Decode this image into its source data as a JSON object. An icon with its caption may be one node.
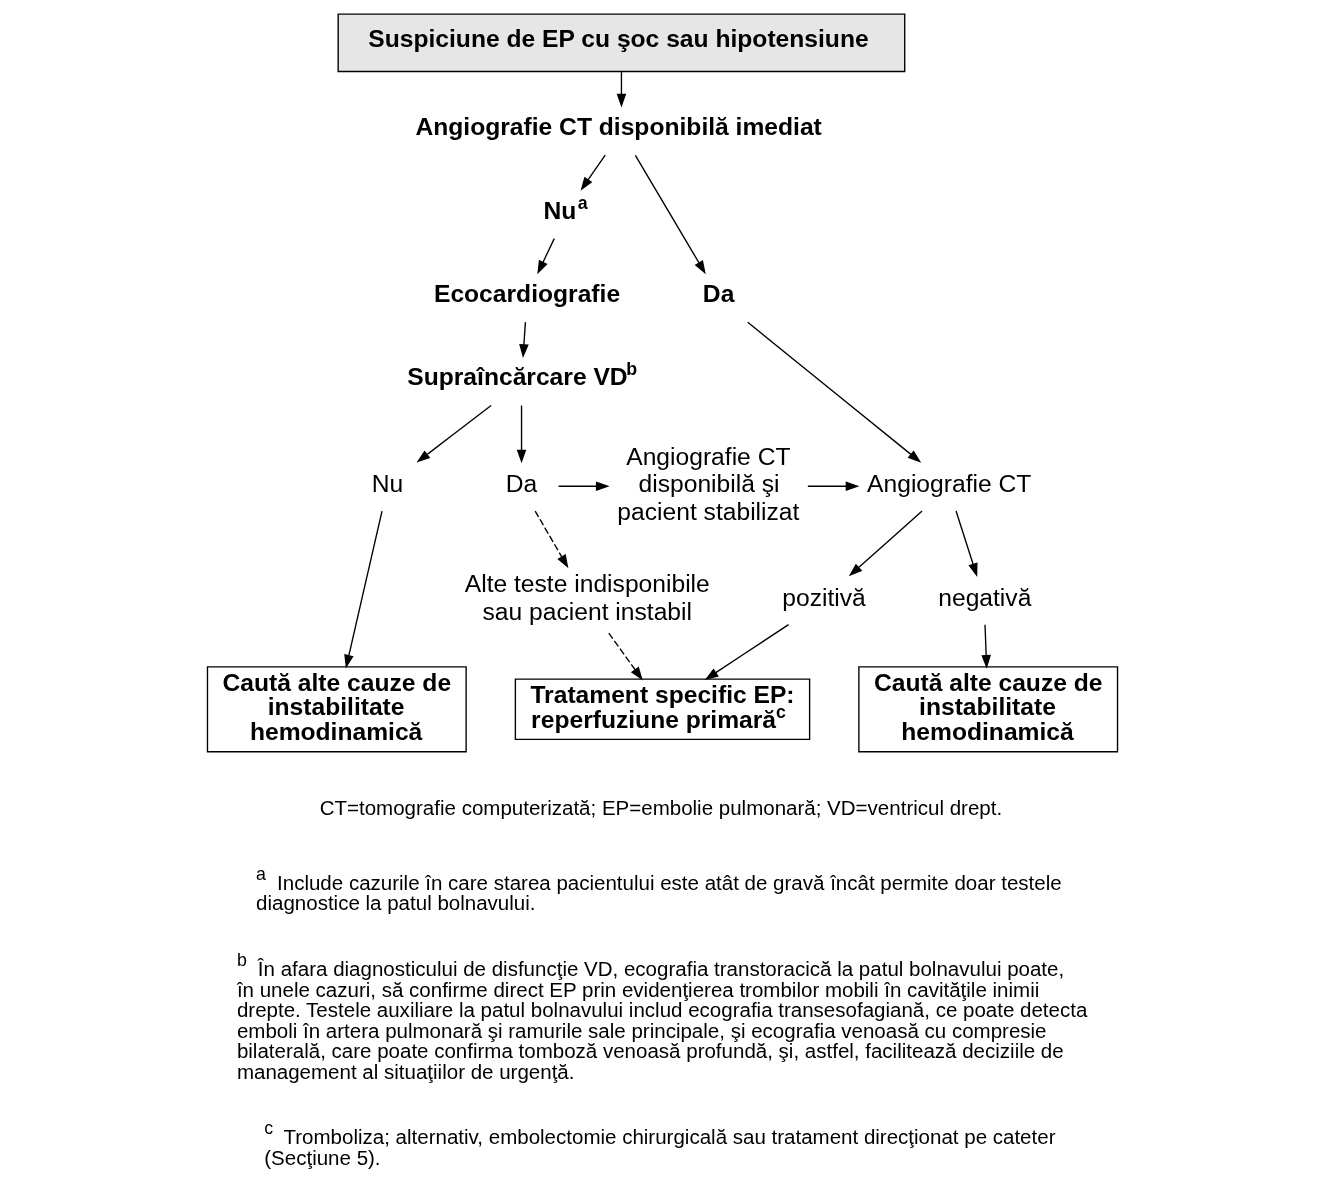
{
  "diagram": {
    "nodes": [
      {
        "text": [
          "Suspiciune de EP cu şoc sau hipotensiune"
        ]
      },
      {
        "text": [
          "Angiografie CT disponibilă imediat"
        ]
      },
      {
        "text": [
          "Nu$^{a}$"
        ]
      },
      {
        "text": [
          "Da"
        ]
      },
      {
        "text": [
          "Ecocardiografie"
        ]
      },
      {
        "text": [
          "Supraîncărcare VD$^{b}$"
        ]
      },
      {
        "text": [
          "Nu"
        ]
      },
      {
        "text": [
          "Da"
        ]
      },
      {
        "text": [
          "Angiografie CT disponibilă şi pacient stabilizat"
        ]
      },
      {
        "text": [
          "Angiografie CT"
        ]
      },
      {
        "text": [
          "Alte teste indisponibile sau pacient instabil"
        ]
      },
      {
        "text": [
          "pozitivă"
        ]
      },
      {
        "text": [
          "negativă"
        ]
      },
      {
        "text": [
          "Caută alte cauze de instabilitate hemodinamică"
        ]
      },
      {
        "text": [
          "Tratament specific EP: reperfuziune primară$^{c}$"
        ]
      },
      {
        "text": [
          "Caută alte cauze de instabilitate hemodinamică"
        ]
      }
    ],
    "edges": [
      {
        "from": 0,
        "to": 1,
        "arrow": "to"
      },
      {
        "from": 1,
        "to": 2,
        "arrow": "to"
      },
      {
        "from": 1,
        "to": 3,
        "arrow": "to"
      },
      {
        "from": 2,
        "to": 4,
        "arrow": "to"
      },
      {
        "from": 3,
        "to": 9,
        "arrow": "to"
      },
      {
        "from": 4,
        "to": 5,
        "arrow": "to"
      },
      {
        "from": 5,
        "to": 6,
        "arrow": "to"
      },
      {
        "from": 5,
        "to": 7,
        "arrow": "to"
      },
      {
        "from": 7,
        "to": 8,
        "arrow": "to"
      },
      {
        "from": 8,
        "to": 9,
        "arrow": "to"
      },
      {
        "from": 7,
        "to": 10,
        "arrow": "to",
        "style": "dashed"
      },
      {
        "from": 9,
        "to": 11,
        "arrow": "to"
      },
      {
        "from": 9,
        "to": 12,
        "arrow": "to"
      },
      {
        "from": 6,
        "to": 13,
        "arrow": "to"
      },
      {
        "from": 10,
        "to": 14,
        "arrow": "to",
        "style": "dashed"
      },
      {
        "from": 11,
        "to": 14,
        "arrow": "to"
      },
      {
        "from": 12,
        "to": 15,
        "arrow": "to"
      }
    ],
    "labels": [
      "CT=tomografie computerizată; EP=embolie pulmonară; VD=ventricul drept.",
      "$^{a}$ Include cazurile în care starea pacientului este atât de gravă încât permite doar testele diagnostice la patul bolnavului.",
      "$^{b}$ În afara diagnosticului de disfuncţie VD, ecografia transtoracică la patul bolnavului poate, în unele cazuri, să confirme direct EP prin evidenţierea trombilor mobili în cavităţile inimii drepte. Testele auxiliare la patul bolnavului includ ecografia transesofagiană, ce poate detecta emboli în artera pulmonară şi ramurile sale principale, şi ecografia venoasă cu compresie bilaterală, care poate confirma tomboză venoasă profundă, şi, astfel, facilitează deciziile de management al situaţiilor de urgenţă.",
      "$^{c}$ Tromboliza; alternativ, embolectomie chirurgicală sau tratament direcţionat pe cateter (Secţiune 5)."
    ]
  }
}
